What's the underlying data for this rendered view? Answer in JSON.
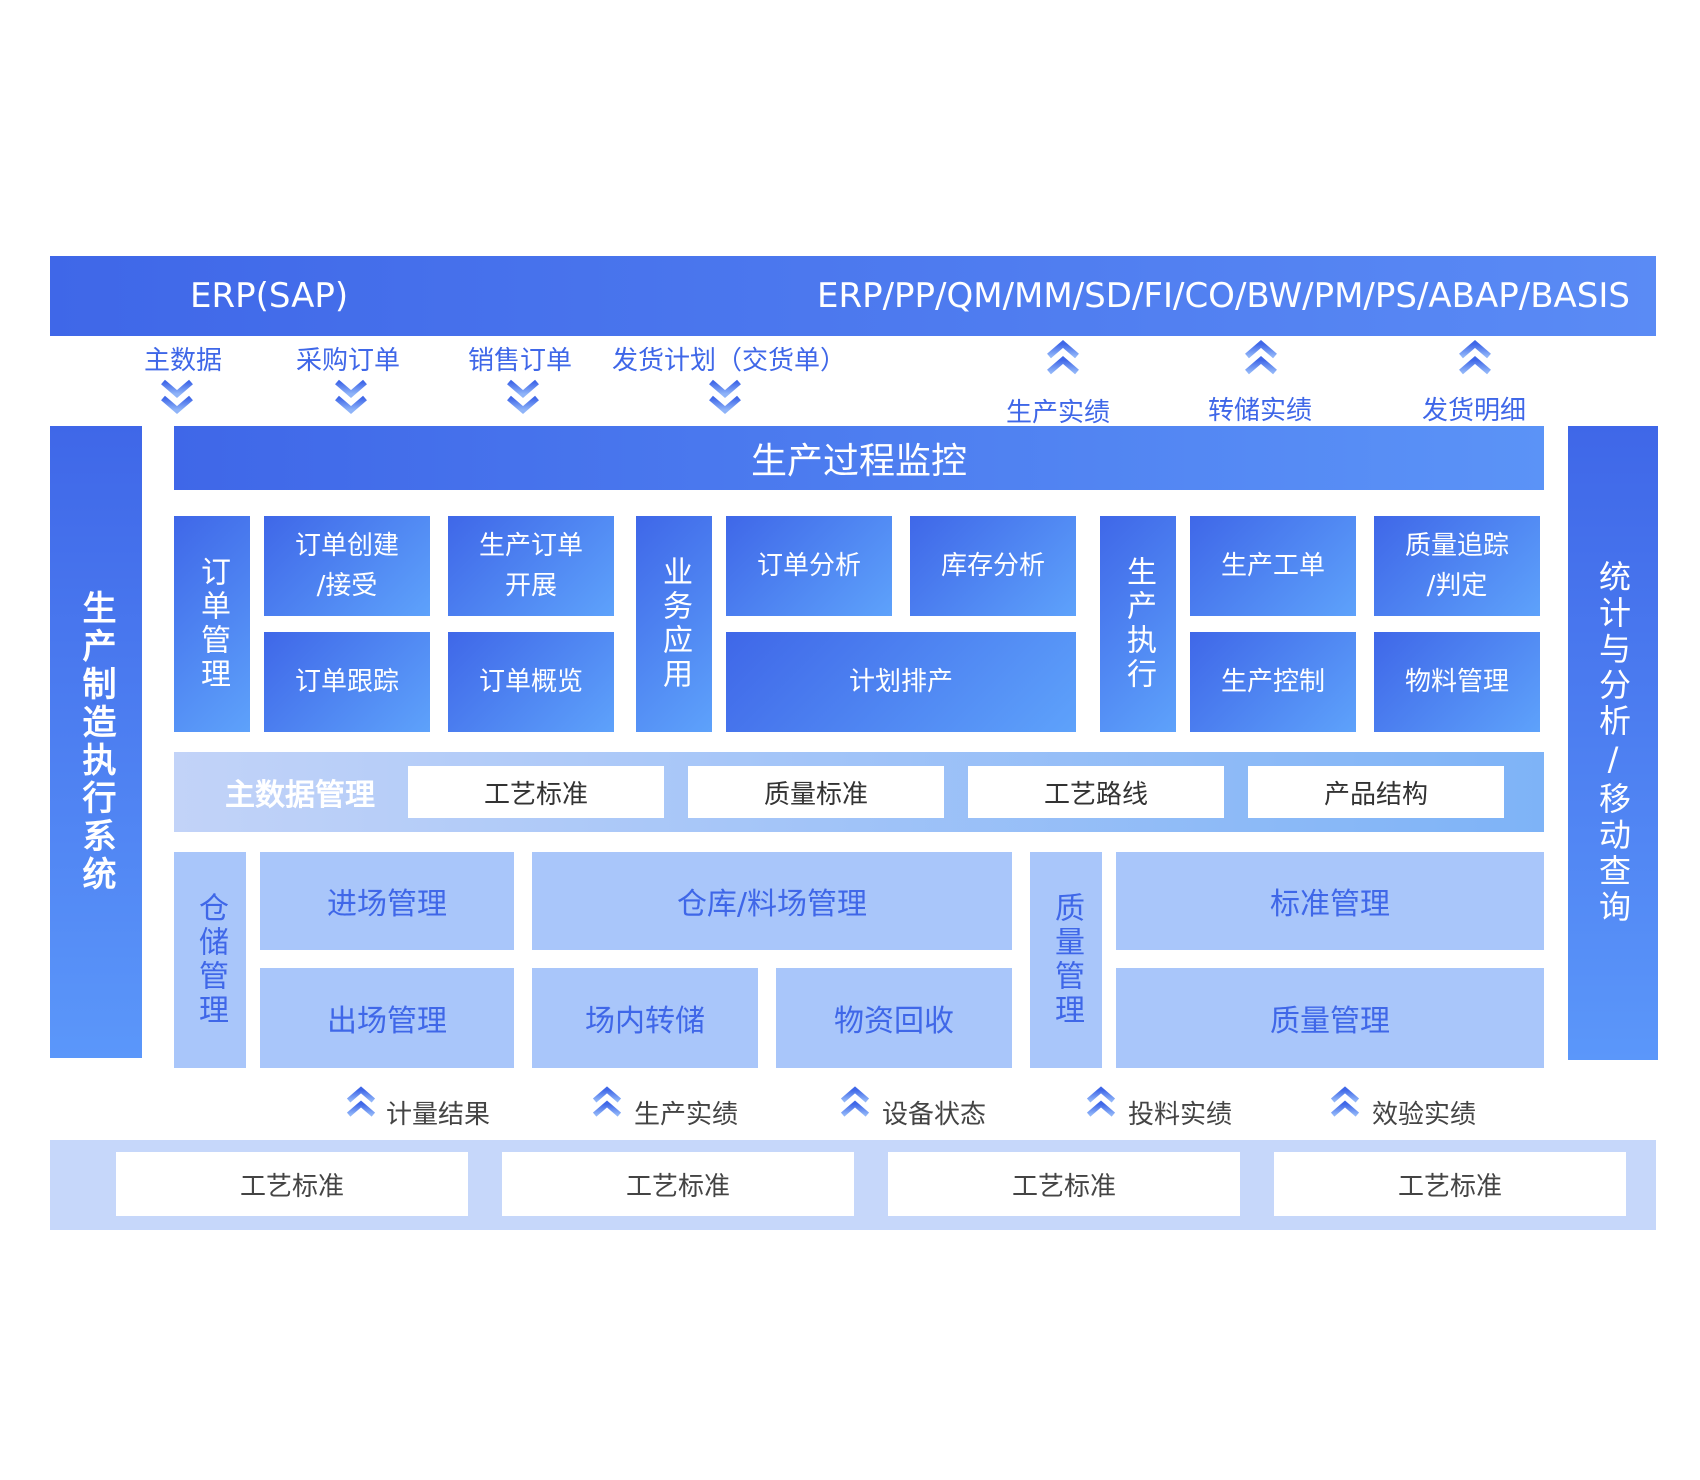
{
  "erp": {
    "left": "ERP(SAP)",
    "right": "ERP/PP/QM/MM/SD/FI/CO/BW/PM/PS/ABAP/BASIS"
  },
  "down_flows": [
    "主数据",
    "采购订单",
    "销售订单",
    "发货计划（交货单）"
  ],
  "up_flows": [
    "生产实绩",
    "转储实绩",
    "发货明细"
  ],
  "left_side": "生产制造执行系统",
  "right_side": "统计与分析/移动查询",
  "monitor": "生产过程监控",
  "order_mgmt": {
    "title": "订单管理",
    "create": "订单创建/接受",
    "create_line1": "订单创建",
    "create_line2": "/接受",
    "prod_order_line1": "生产订单",
    "prod_order_line2": "开展",
    "track": "订单跟踪",
    "overview": "订单概览"
  },
  "biz_app": {
    "title": "业务应用",
    "order_analysis": "订单分析",
    "stock_analysis": "库存分析",
    "schedule": "计划排产"
  },
  "prod_exec": {
    "title": "生产执行",
    "work_order": "生产工单",
    "quality_line1": "质量追踪",
    "quality_line2": "/判定",
    "control": "生产控制",
    "material": "物料管理"
  },
  "master_data": {
    "title": "主数据管理",
    "items": [
      "工艺标准",
      "质量标准",
      "工艺路线",
      "产品结构"
    ]
  },
  "storage": {
    "title": "仓储管理",
    "inbound": "进场管理",
    "warehouse": "仓库/料场管理",
    "outbound": "出场管理",
    "transfer": "场内转储",
    "recycle": "物资回收"
  },
  "quality": {
    "title": "质量管理",
    "standard": "标准管理",
    "quality": "质量管理"
  },
  "bottom_flows": [
    "计量结果",
    "生产实绩",
    "设备状态",
    "投料实绩",
    "效验实绩"
  ],
  "bottom_items": [
    "工艺标准",
    "工艺标准",
    "工艺标准",
    "工艺标准"
  ],
  "colors": {
    "primary": "#3f67e8",
    "secondary": "#5b97fa",
    "light": "#a9c6fa",
    "band": "#c6d7fa"
  }
}
